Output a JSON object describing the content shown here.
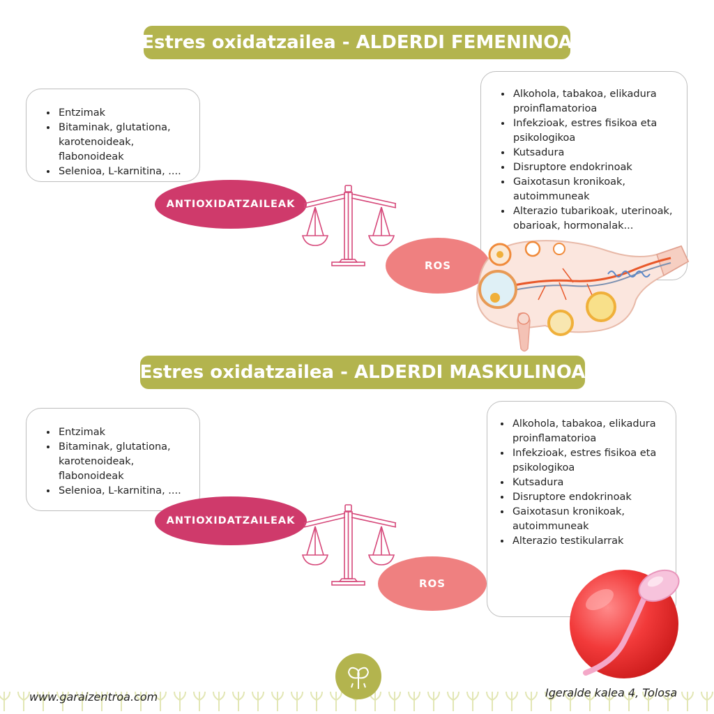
{
  "female": {
    "title": "Estres oxidatzailea - ALDERDI FEMENINOA",
    "antioxidant_items": [
      "Entzimak",
      "Bitaminak, glutationa, karotenoideak, flabonoideak",
      "Selenioa, L-karnitina, ...."
    ],
    "antioxidant_label": "ANTIOXIDATZAILEAK",
    "ros_label": "ROS",
    "ros_items": [
      "Alkohola, tabakoa, elikadura proinflamatorioa",
      "Infekzioak, estres fisikoa eta psikologikoa",
      "Kutsadura",
      "Disruptore endokrinoak",
      "Gaixotasun kronikoak, autoimmuneak",
      "Alterazio tubarikoak, uterinoak, obarioak, hormonalak..."
    ],
    "illustration_icon": "ovary-illustration"
  },
  "male": {
    "title": "Estres oxidatzailea - ALDERDI MASKULINOA",
    "antioxidant_items": [
      "Entzimak",
      "Bitaminak, glutationa, karotenoideak, flabonoideak",
      "Selenioa, L-karnitina, ...."
    ],
    "antioxidant_label": "ANTIOXIDATZAILEAK",
    "ros_label": "ROS",
    "ros_items": [
      "Alkohola, tabakoa, elikadura proinflamatorioa",
      "Infekzioak, estres fisikoa eta psikologikoa",
      "Kutsadura",
      "Disruptore endokrinoak",
      "Gaixotasun kronikoak, autoimmuneak",
      "Alterazio testikularrak"
    ],
    "illustration_icon": "egg-sperm-illustration"
  },
  "footer": {
    "website": "www.garaizentroa.com",
    "address": "Igeralde kalea 4, Tolosa",
    "logo_icon": "garai-logo-icon"
  },
  "colors": {
    "title_bg": "#b3b44e",
    "antioxidant": "#cf3a6b",
    "ros": "#ef8080",
    "scale": "#d6487a"
  }
}
